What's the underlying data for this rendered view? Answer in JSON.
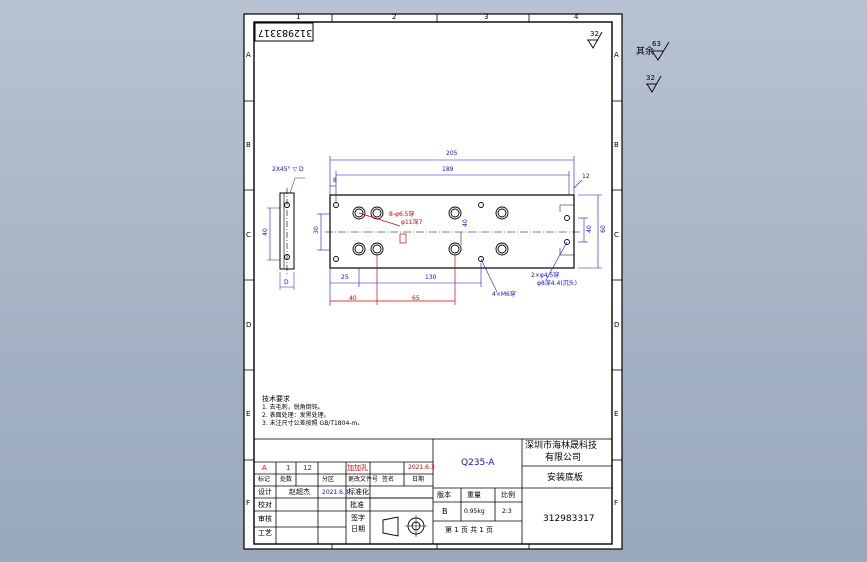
{
  "drawing": {
    "id_box": "312983317",
    "zone_columns": [
      "1",
      "2",
      "3",
      "4"
    ],
    "zone_rows": [
      "A",
      "B",
      "C",
      "D",
      "E",
      "F"
    ],
    "finish_symbol_sheet": "32",
    "finish_other": {
      "label": "其余",
      "value": "63"
    },
    "finish_symbol_outside": "32"
  },
  "dims": {
    "overall_length": "205",
    "length_189": "189",
    "offset_8": "8",
    "thickness_12": "12",
    "left_40": "40",
    "height_30": "30",
    "right_40": "40",
    "right_60": "60",
    "bottom_25": "25",
    "bottom_130": "130",
    "red_40": "40",
    "red_65": "65",
    "side_view_top": "2X45° ▽ D",
    "side_view_height": "40",
    "side_view_bottom": "D",
    "note_hole_thru": "4×M6穿",
    "note_right_holes": "2×φ4.5穿",
    "note_right_holes_2": "φ8深4.4(沉头)",
    "note_red_hole": "8-φ6.5穿",
    "note_red_hole_2": "φ11深7"
  },
  "tech_req": {
    "title": "技术要求",
    "lines": [
      "1. 去毛刺，锐角倒钝。",
      "2. 表面处理：发黑处理。",
      "3. 未注尺寸公差按照 GB/T1804-m。"
    ]
  },
  "title_block": {
    "material": "Q235-A",
    "company": "深圳市海林晟科技有限公司",
    "company_line1": "深圳市海林晟科技",
    "company_line2": "有限公司",
    "part_name": "安装底板",
    "drawing_no": "312983317",
    "stage_label": "版本",
    "weight_label": "重量",
    "scale_label": "比例",
    "stage_value": "B",
    "weight_value": "0.95kg",
    "scale_value": "2:3",
    "sheet_text": "第 1 页  共 1 页",
    "rev_row": [
      "A",
      "1",
      "12",
      "加加孔",
      "2021.6.3"
    ],
    "rev_headers": [
      "标记",
      "处数",
      "分区",
      "更改文件号",
      "签名",
      "日期"
    ],
    "role_rows": [
      "设计",
      "校对",
      "审核",
      "工艺"
    ],
    "designer": "赵超杰",
    "design_date": "2021.6.3",
    "standardization": "标准化",
    "approve": "批准",
    "standard_label": "签字",
    "date_label": "日期"
  },
  "colors": {
    "line": "#000000",
    "dim": "#1818c8",
    "red": "#d00000",
    "background_top": "#b7c3d3",
    "background_bottom": "#9aa8bc"
  }
}
